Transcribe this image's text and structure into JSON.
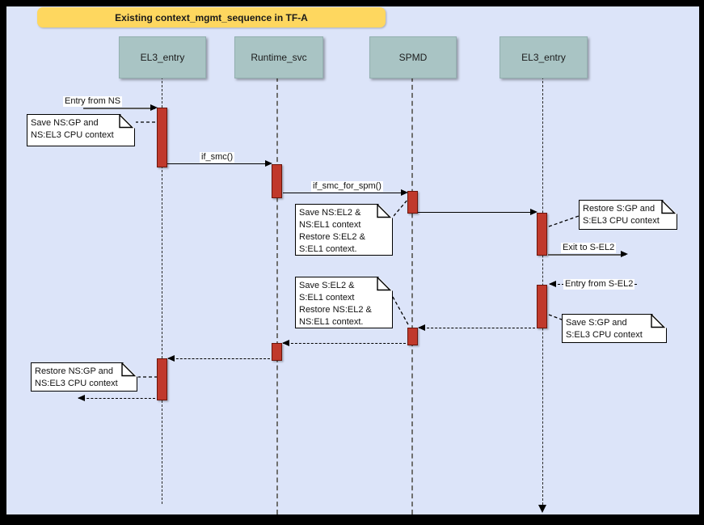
{
  "title": "Existing context_mgmt_sequence in TF-A",
  "actors": [
    {
      "label": "EL3_entry"
    },
    {
      "label": "Runtime_svc"
    },
    {
      "label": "SPMD"
    },
    {
      "label": "EL3_entry"
    }
  ],
  "messages": {
    "entry_from_ns": "Entry from NS",
    "if_smc": "if_smc()",
    "if_smc_for_spm": "if_smc_for_spm()",
    "exit_to_sel2": "Exit to S-EL2",
    "entry_from_sel2": "Entry from S-EL2"
  },
  "notes": {
    "save_ns_gp": "Save NS:GP and\nNS:EL3 CPU context",
    "save_ns_el2": "Save NS:EL2 &\nNS:EL1 context\nRestore S:EL2 &\nS:EL1 context.",
    "restore_s_gp": "Restore S:GP and\nS:EL3 CPU context",
    "save_s_el2": "Save S:EL2 &\nS:EL1 context\nRestore NS:EL2 &\nNS:EL1 context.",
    "save_s_gp": "Save S:GP and\nS:EL3 CPU context",
    "restore_ns_gp": "Restore NS:GP and\nNS:EL3 CPU context"
  },
  "colors": {
    "background": "#dce4f9",
    "frame": "#000000",
    "banner": "#fed75f",
    "actor_fill": "#a9c4c4",
    "activation_fill": "#c0392b",
    "activation_border": "#6b150b",
    "note_fill": "#ffffff"
  }
}
